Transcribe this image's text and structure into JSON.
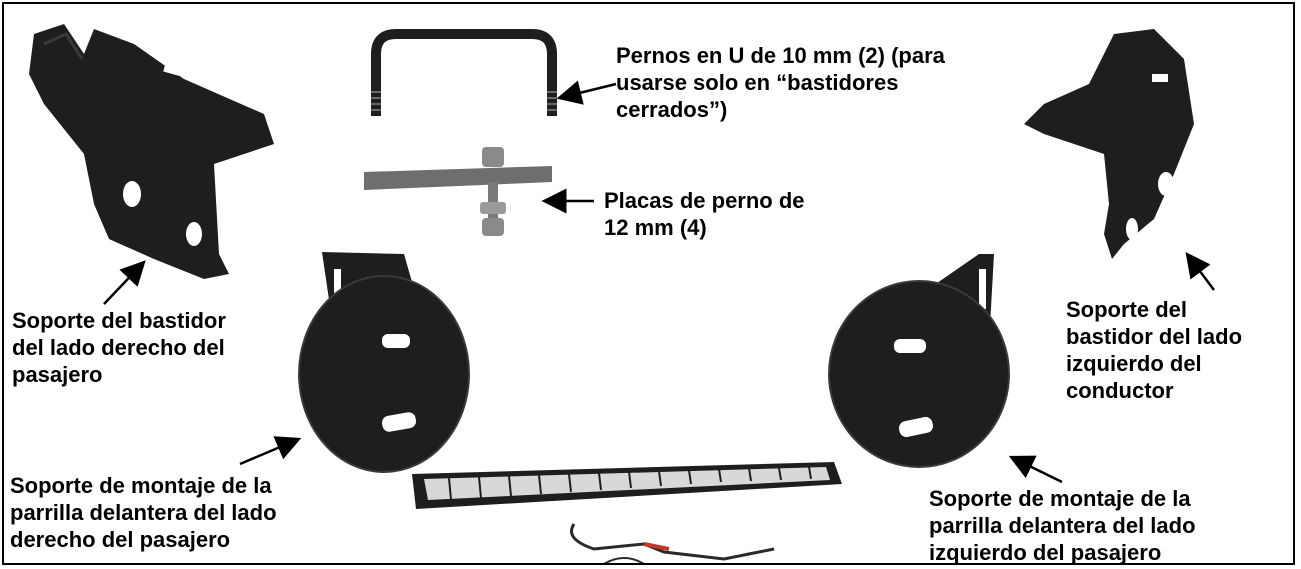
{
  "labels": {
    "ubolts": "Pernos en U de 10 mm (2) (para\nusarse solo en “bastidores\ncerrados”)",
    "bolt_plates": "Placas de perno de\n12 mm (4)",
    "frame_right": "Soporte del bastidor\ndel lado derecho del\npasajero",
    "frame_left": "Soporte del\nbastidor del lado\nizquierdo del\nconductor",
    "grille_right": "Soporte de montaje de la\nparrilla delantera del lado\nderecho del pasajero",
    "grille_left": "Soporte de montaje de la\nparrilla delantera del lado\nizquierdo del pasajero"
  },
  "colors": {
    "part": "#1e1e1e",
    "part_highlight": "#3a3a3a",
    "metal": "#8a8a8a",
    "light_bar_lens": "#d8d8d8",
    "wire_red": "#c0392b"
  },
  "parts": [
    "frame-bracket-right-passenger",
    "u-bolt",
    "bolt-plate",
    "frame-bracket-left-driver",
    "grille-bracket-right-passenger",
    "grille-bracket-left-passenger",
    "light-bar"
  ]
}
